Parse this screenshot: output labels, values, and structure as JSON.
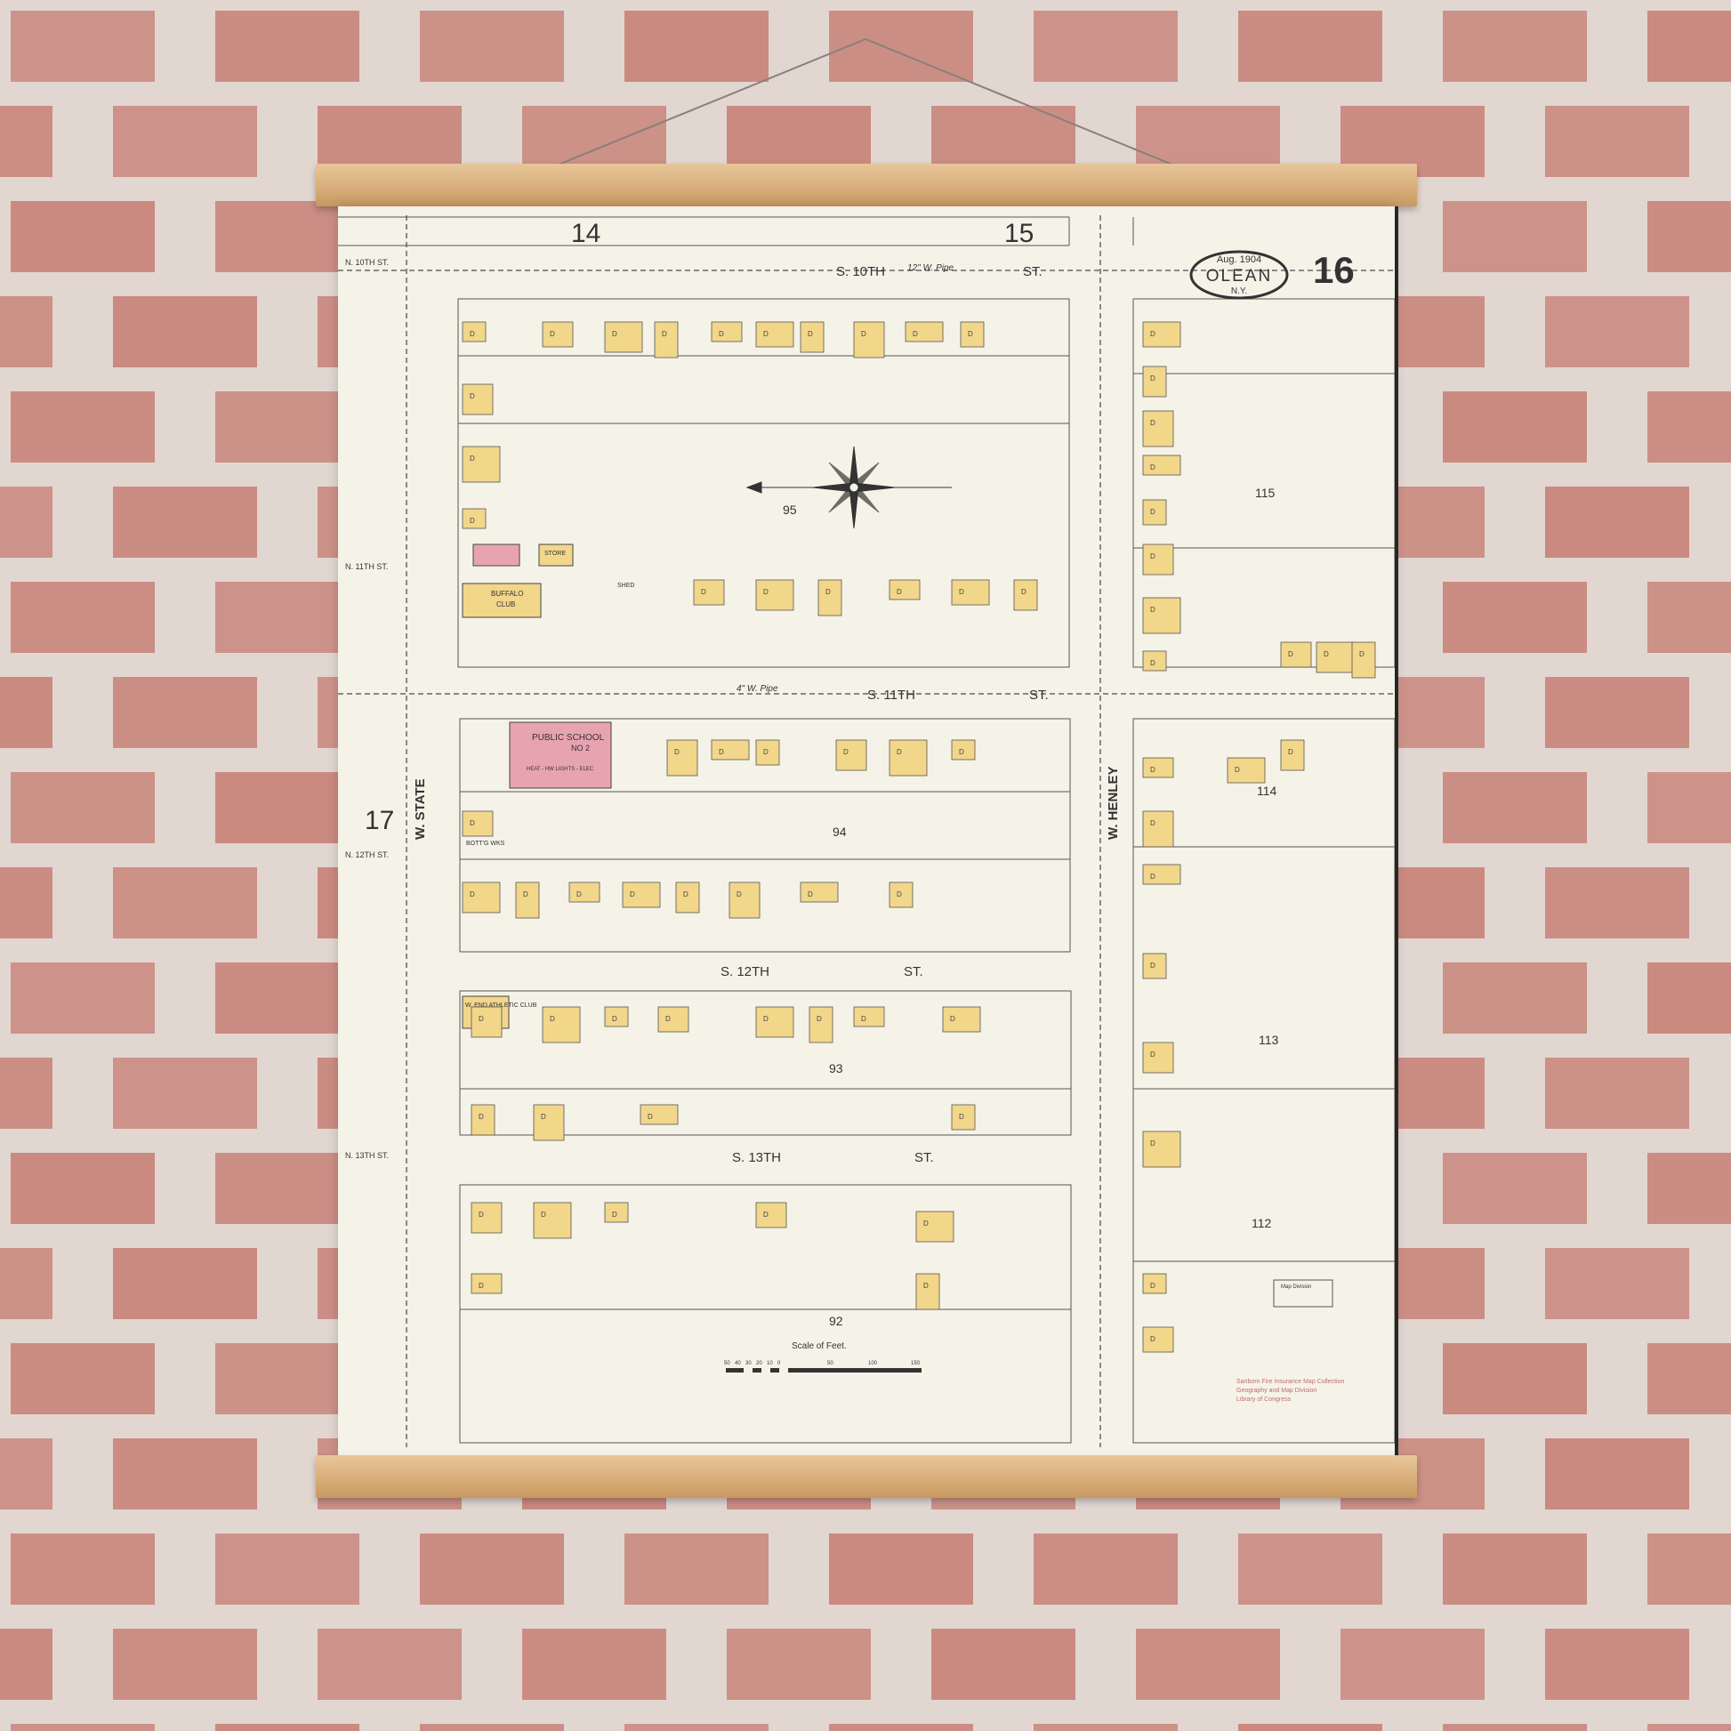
{
  "map": {
    "sheet_number": "16",
    "city": "OLEAN",
    "state": "N.Y.",
    "date": "Aug. 1904",
    "adjacent_sheets": [
      "14",
      "15",
      "17"
    ],
    "streets": {
      "s10": "S. 10TH",
      "s11": "S. 11TH",
      "s12": "S. 12TH",
      "s13": "S. 13TH",
      "st": "ST.",
      "w_state": "W. STATE",
      "w_henley": "W. HENLEY",
      "n10": "N. 10TH ST.",
      "n11": "N. 11TH ST.",
      "n12": "N. 12TH ST.",
      "n13": "N. 13TH ST."
    },
    "pipes": {
      "p12": "12\" W. Pipe",
      "p4": "4\" W. Pipe"
    },
    "blocks": [
      "95",
      "94",
      "93",
      "92",
      "115",
      "114",
      "113",
      "112"
    ],
    "labels": {
      "school": "PUBLIC SCHOOL",
      "school_no": "NO 2",
      "school_note": "HEAT - HW LIGHTS - ELEC",
      "buffalo": "BUFFALO",
      "club": "CLUB",
      "athletic": "W. END ATHLETIC CLUB",
      "store": "STORE",
      "shed": "SHED",
      "bottling": "BOTT'G WKS",
      "dwelling": "D"
    },
    "scale_label": "Scale of Feet.",
    "scale_ticks": [
      "50",
      "40",
      "30",
      "20",
      "10",
      "0",
      "50",
      "100",
      "150"
    ],
    "stamp": [
      "Map Division"
    ],
    "credit": [
      "Sanborn Fire Insurance Map Collection",
      "Geography and Map Division",
      "Library of Congress"
    ]
  },
  "colors": {
    "brick": "#c9887e",
    "mortar": "#e2d6d1",
    "paper": "#f5f3e8",
    "dwelling": "#f2d68a",
    "brick_building": "#e8a3b0",
    "wood_rail": "#d9ae7b"
  }
}
